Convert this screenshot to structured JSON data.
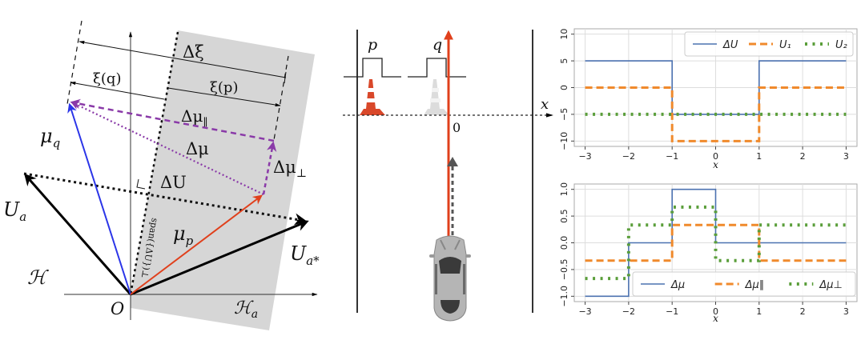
{
  "diagram": {
    "labels": {
      "delta_xi": "Δξ",
      "xi_q": "ξ(q)",
      "xi_p": "ξ(p)",
      "delta_mu_par": "Δμ",
      "delta_mu_par_sub": "∥",
      "delta_mu": "Δμ",
      "delta_mu_perp": "Δμ",
      "delta_mu_perp_sub": "⊥",
      "delta_u": "ΔU",
      "mu_q": "μ",
      "mu_q_sub": "q",
      "mu_p": "μ",
      "mu_p_sub": "p",
      "u_a": "U",
      "u_a_sub": "a",
      "u_a_star": "U",
      "u_a_star_sub": "a*",
      "h_space": "ℋ",
      "h_a": "ℋ",
      "h_a_sub": "a",
      "origin": "O",
      "span_label": "span({ΔU})⊥"
    },
    "colors": {
      "mu_q": "#2b35e8",
      "mu_p": "#e0401c",
      "delta_mu": "#8a3aa8",
      "gray_region": "#d6d6d6",
      "black": "#000000"
    }
  },
  "scene": {
    "labels": {
      "p": "p",
      "q": "q",
      "x_axis": "x",
      "zero": "0"
    },
    "colors": {
      "trajectory": "#e0401c",
      "cone_p": "#d9482a",
      "cone_q": "#dcdcdc",
      "car": "#b5b5b5",
      "car_dark": "#3a3a3a"
    }
  },
  "chart_data": [
    {
      "type": "line",
      "title": "",
      "xlabel": "x",
      "ylabel": "",
      "xlim": [
        -3.25,
        3.25
      ],
      "ylim": [
        -11,
        11
      ],
      "xticks": [
        -3,
        -2,
        -1,
        0,
        1,
        2,
        3
      ],
      "xtick_labels": [
        "−3",
        "−2",
        "−1",
        "0",
        "1",
        "2",
        "3"
      ],
      "yticks": [
        -10,
        -5,
        0,
        5,
        10
      ],
      "ytick_labels": [
        "−10",
        "−5",
        "0",
        "5",
        "10"
      ],
      "grid": true,
      "legend_position": "top-right",
      "series": [
        {
          "name": "ΔU",
          "style": "solid",
          "color": "#4c72b0",
          "x": [
            -3,
            -1,
            -1,
            1,
            1,
            3
          ],
          "y": [
            5,
            5,
            -5,
            -5,
            5,
            5
          ]
        },
        {
          "name": "U₁",
          "style": "dashed",
          "color": "#f08a2c",
          "x": [
            -3,
            -1,
            -1,
            1,
            1,
            3
          ],
          "y": [
            0,
            0,
            -10,
            -10,
            0,
            0
          ]
        },
        {
          "name": "U₂",
          "style": "dotted",
          "color": "#5a9e3a",
          "x": [
            -3,
            3
          ],
          "y": [
            -5,
            -5
          ]
        }
      ]
    },
    {
      "type": "line",
      "title": "",
      "xlabel": "x",
      "ylabel": "",
      "xlim": [
        -3.25,
        3.25
      ],
      "ylim": [
        -1.1,
        1.1
      ],
      "xticks": [
        -3,
        -2,
        -1,
        0,
        1,
        2,
        3
      ],
      "xtick_labels": [
        "−3",
        "−2",
        "−1",
        "0",
        "1",
        "2",
        "3"
      ],
      "yticks": [
        -1.0,
        -0.5,
        0.0,
        0.5,
        1.0
      ],
      "ytick_labels": [
        "−1.0",
        "−0.5",
        "0.0",
        "0.5",
        "1.0"
      ],
      "grid": true,
      "legend_position": "lower-right",
      "series": [
        {
          "name": "Δμ",
          "style": "solid",
          "color": "#4c72b0",
          "x": [
            -3,
            -2,
            -2,
            -1,
            -1,
            0,
            0,
            3
          ],
          "y": [
            -1,
            -1,
            0,
            0,
            1,
            1,
            0,
            0
          ]
        },
        {
          "name": "Δμ∥",
          "style": "dashed",
          "color": "#f08a2c",
          "x": [
            -3,
            -1,
            -1,
            1,
            1,
            3
          ],
          "y": [
            -0.333,
            -0.333,
            0.333,
            0.333,
            -0.333,
            -0.333
          ]
        },
        {
          "name": "Δμ⊥",
          "style": "dotted",
          "color": "#5a9e3a",
          "x": [
            -3,
            -2,
            -2,
            -1,
            -1,
            0,
            0,
            1,
            1,
            3
          ],
          "y": [
            -0.667,
            -0.667,
            0.333,
            0.333,
            0.667,
            0.667,
            -0.333,
            -0.333,
            0.333,
            0.333
          ]
        }
      ]
    }
  ]
}
